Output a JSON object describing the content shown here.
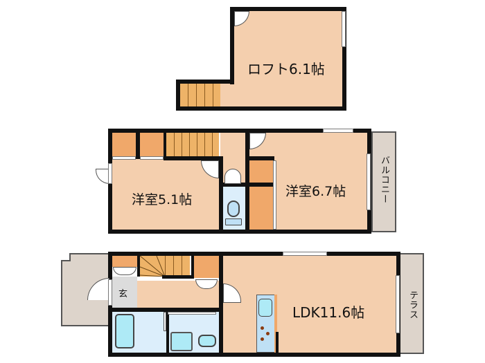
{
  "floorplan": {
    "floors": [
      {
        "name": "loft-floor",
        "rooms": [
          {
            "id": "loft",
            "label": "ロフト6.1帖"
          }
        ]
      },
      {
        "name": "second-floor",
        "rooms": [
          {
            "id": "western-room-1",
            "label": "洋室5.1帖"
          },
          {
            "id": "western-room-2",
            "label": "洋室6.7帖"
          },
          {
            "id": "balcony",
            "label": "バルコニー"
          }
        ]
      },
      {
        "name": "first-floor",
        "rooms": [
          {
            "id": "entrance",
            "label": "玄"
          },
          {
            "id": "ldk",
            "label": "LDK11.6帖"
          },
          {
            "id": "terrace",
            "label": "テラス"
          }
        ]
      }
    ],
    "colors": {
      "wall": "#111111",
      "room": "#f4cfae",
      "closet": "#f0a86a",
      "stair": "#eeb368",
      "wet_area": "#dceefb",
      "fixture": "#aeeaf6",
      "exterior": "#ddd4cb",
      "entrance_floor": "#dcdcdc"
    }
  }
}
